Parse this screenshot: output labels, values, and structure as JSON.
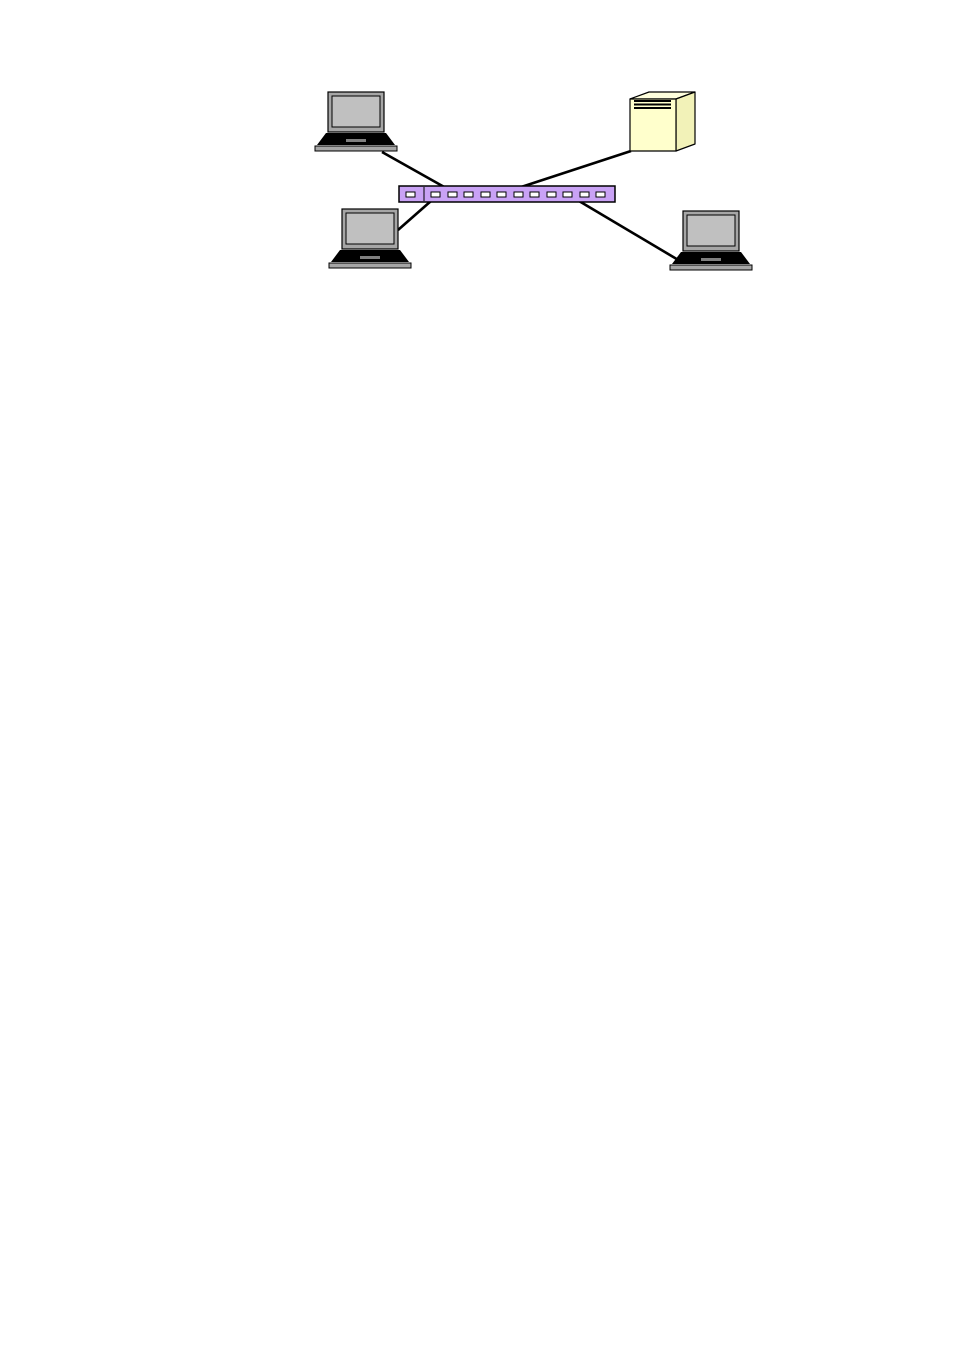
{
  "diagram": {
    "nodes": [
      {
        "id": "laptop-top-left",
        "type": "laptop",
        "icon": "laptop-icon"
      },
      {
        "id": "laptop-bottom-left",
        "type": "laptop",
        "icon": "laptop-icon"
      },
      {
        "id": "laptop-bottom-right",
        "type": "laptop",
        "icon": "laptop-icon"
      },
      {
        "id": "server",
        "type": "server",
        "icon": "server-icon"
      },
      {
        "id": "switch",
        "type": "switch",
        "icon": "network-switch-icon",
        "port_count": 12
      }
    ],
    "connections": [
      {
        "from": "laptop-top-left",
        "to": "switch"
      },
      {
        "from": "laptop-bottom-left",
        "to": "switch"
      },
      {
        "from": "server",
        "to": "switch"
      },
      {
        "from": "laptop-bottom-right",
        "to": "switch"
      }
    ]
  },
  "colors": {
    "switch_fill": "#c9a2f5",
    "server_fill": "#ffffcc",
    "laptop_screen": "#c0c0c0",
    "laptop_frame": "#a6a6a6",
    "line": "#000000"
  }
}
